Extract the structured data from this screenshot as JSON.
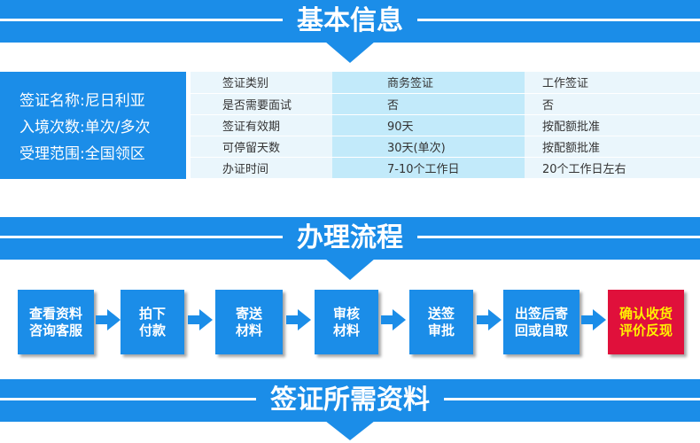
{
  "sections": {
    "basic_info": {
      "title": "基本信息"
    },
    "process": {
      "title": "办理流程"
    },
    "materials": {
      "title": "签证所需资料"
    }
  },
  "summary": [
    "签证名称:尼日利亚",
    "入境次数:单次/多次",
    "受理范围:全国领区"
  ],
  "info_table": {
    "rows": [
      [
        "签证类别",
        "商务签证",
        "工作签证"
      ],
      [
        "是否需要面试",
        "否",
        "否"
      ],
      [
        "签证有效期",
        "90天",
        "按配额批准"
      ],
      [
        "可停留天数",
        "30天(单次)",
        "按配额批准"
      ],
      [
        "办证时间",
        "7-10个工作日",
        "20个工作日左右"
      ]
    ]
  },
  "steps": [
    {
      "line1": "查看资料",
      "line2": "咨询客服"
    },
    {
      "line1": "拍下",
      "line2": "付款"
    },
    {
      "line1": "寄送",
      "line2": "材料"
    },
    {
      "line1": "审核",
      "line2": "材料"
    },
    {
      "line1": "送签",
      "line2": "审批"
    },
    {
      "line1": "出签后寄",
      "line2": "回或自取"
    },
    {
      "line1": "确认收货",
      "line2": "评价反现"
    }
  ],
  "colors": {
    "primary": "#1b8de8",
    "highlight_bg": "#e0103b",
    "highlight_text": "#fff200"
  }
}
